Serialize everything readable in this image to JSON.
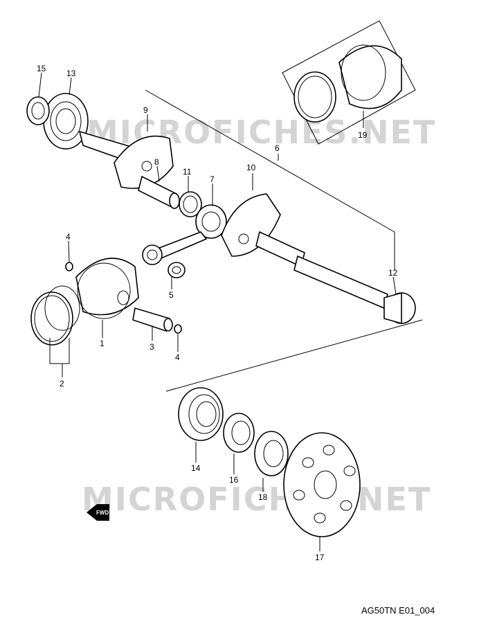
{
  "watermark": "MICROFICHES.NET",
  "drawing_code": "AG50TN E01_004",
  "fwd_label": "FWD",
  "callouts": [
    {
      "id": "c1",
      "label": "1"
    },
    {
      "id": "c2",
      "label": "2"
    },
    {
      "id": "c3",
      "label": "3"
    },
    {
      "id": "c4a",
      "label": "4"
    },
    {
      "id": "c4b",
      "label": "4"
    },
    {
      "id": "c5",
      "label": "5"
    },
    {
      "id": "c6",
      "label": "6"
    },
    {
      "id": "c7",
      "label": "7"
    },
    {
      "id": "c8",
      "label": "8"
    },
    {
      "id": "c9",
      "label": "9"
    },
    {
      "id": "c10",
      "label": "10"
    },
    {
      "id": "c11",
      "label": "11"
    },
    {
      "id": "c12",
      "label": "12"
    },
    {
      "id": "c13",
      "label": "13"
    },
    {
      "id": "c14",
      "label": "14"
    },
    {
      "id": "c15",
      "label": "15"
    },
    {
      "id": "c16",
      "label": "16"
    },
    {
      "id": "c17",
      "label": "17"
    },
    {
      "id": "c18",
      "label": "18"
    },
    {
      "id": "c19",
      "label": "19"
    }
  ]
}
